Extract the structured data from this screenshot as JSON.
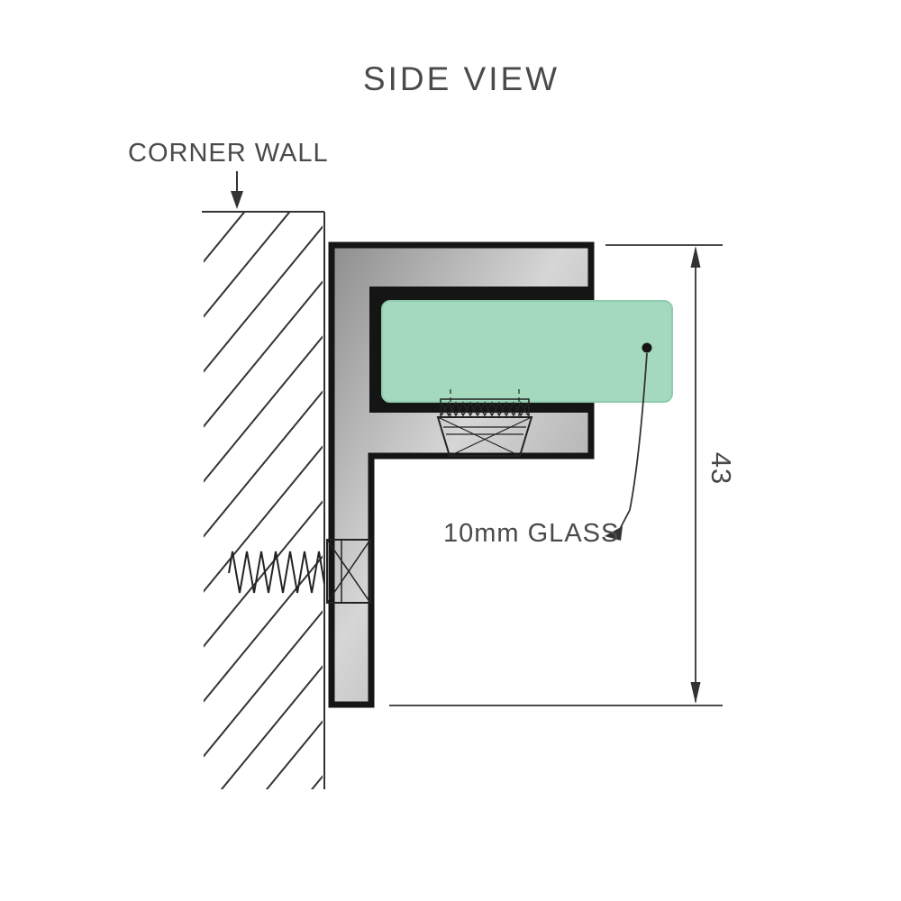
{
  "diagram": {
    "title": "SIDE VIEW",
    "corner_wall_label": "CORNER WALL",
    "glass_label": "10mm GLASS",
    "dimension_value": "43",
    "colors": {
      "glass_fill": "#a5d9bd",
      "glass_edge": "#8fcbae",
      "outline": "#151515",
      "line": "#333333",
      "text": "#4a4a4a",
      "metal_light": "#d6d6d6",
      "metal_dark": "#8e8e8e"
    }
  }
}
